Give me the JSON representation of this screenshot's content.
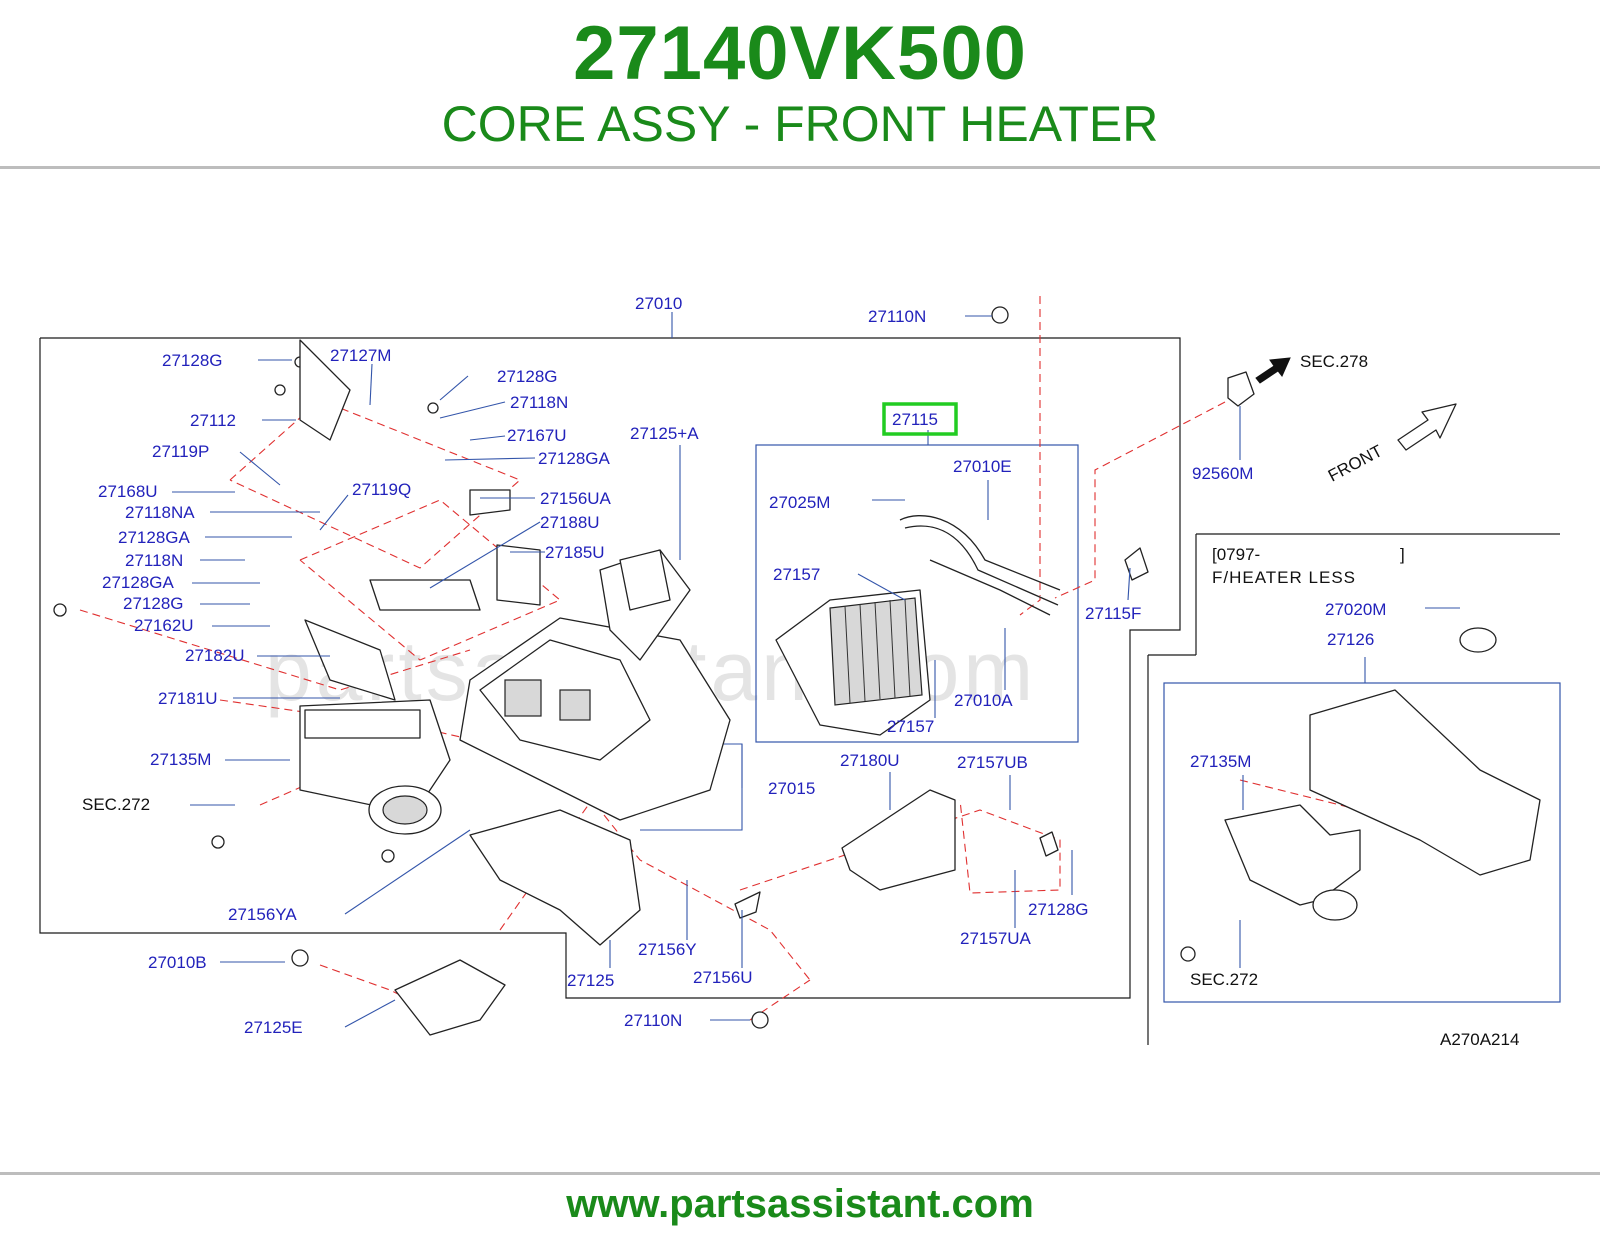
{
  "header": {
    "part_number": "27140VK500",
    "description": "CORE ASSY - FRONT HEATER"
  },
  "footer": {
    "url": "www.partsassistant.com"
  },
  "watermark": "partsassistant.com",
  "colors": {
    "brand_green": "#1a8a1a",
    "callout_blue": "#2222bb",
    "highlight_green": "#22cc22",
    "dash_red": "#e03030"
  },
  "highlighted_part": "27115",
  "diagram_code": "A270A214",
  "inset": {
    "title_line1": "[0797-",
    "title_line1_end": "]",
    "title_line2": "F/HEATER LESS"
  },
  "direction": {
    "front": "FRONT",
    "sec_ref": "SEC.278"
  },
  "callouts": [
    "27010",
    "27110N",
    "27128G",
    "27127M",
    "27128G",
    "27118N",
    "27112",
    "27167U",
    "27119P",
    "27128GA",
    "27125+A",
    "27115",
    "27168U",
    "27119Q",
    "27156UA",
    "27118NA",
    "27188U",
    "27128GA",
    "27185U",
    "27118N",
    "27128GA",
    "27128G",
    "27162U",
    "27182U",
    "27181U",
    "27135M",
    "SEC.272",
    "27156YA",
    "27010B",
    "27125E",
    "27125",
    "27156Y",
    "27156U",
    "27110N",
    "27015",
    "27180U",
    "27157UB",
    "27128G",
    "27157UA",
    "27025M",
    "27010E",
    "27157",
    "27010A",
    "27157",
    "27115F",
    "92560M",
    "27020M",
    "27126",
    "27135M",
    "SEC.272"
  ]
}
